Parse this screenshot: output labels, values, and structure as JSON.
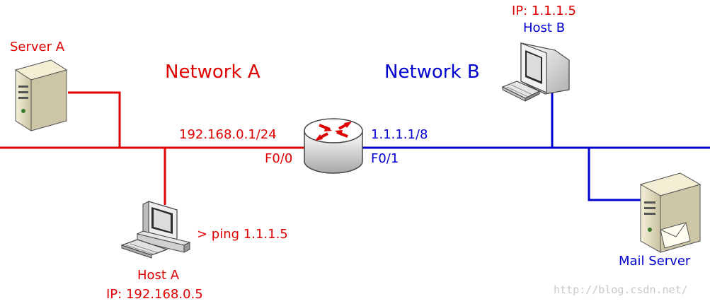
{
  "colors": {
    "network_a": "#e00000",
    "network_b": "#0000d0",
    "watermark": "#c8c8c8"
  },
  "labels": {
    "server_a": "Server A",
    "network_a": "Network A",
    "network_b": "Network B",
    "host_b_ip": "IP: 1.1.1.5",
    "host_b": "Host B",
    "router_ip_a": "192.168.0.1/24",
    "router_ip_b": "1.1.1.1/8",
    "iface_a": "F0/0",
    "iface_b": "F0/1",
    "ping_cmd": "> ping 1.1.1.5",
    "host_a": "Host A",
    "host_a_ip": "IP: 192.168.0.5",
    "mail_server": "Mail Server",
    "watermark": "http://blog.csdn.net/"
  },
  "icons": [
    "server-icon",
    "router-icon",
    "workstation-icon",
    "mail-server-icon"
  ]
}
